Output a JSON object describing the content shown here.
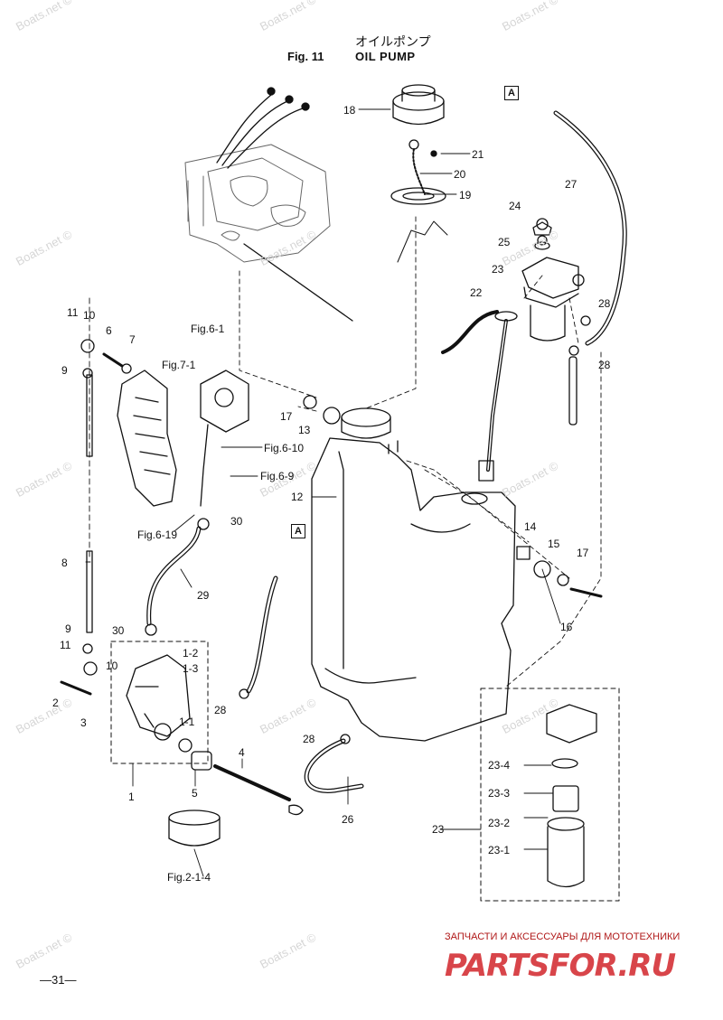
{
  "title": {
    "japanese": "オイルポンプ",
    "figure": "Fig. 11",
    "name": "OIL PUMP"
  },
  "page_number": "—31—",
  "promo": {
    "line": "ЗАПЧАСТИ И АКСЕССУАРЫ ДЛЯ МОТОТЕХНИКИ",
    "logo": "PARTSFOR.RU"
  },
  "watermark": "Boats.net ©",
  "callouts": {
    "p1": "1",
    "p1_1": "1-1",
    "p1_2": "1-2",
    "p1_3": "1-3",
    "p2": "2",
    "p3": "3",
    "p4": "4",
    "p5": "5",
    "p6": "6",
    "p7": "7",
    "p8": "8",
    "p9a": "9",
    "p9b": "9",
    "p10a": "10",
    "p10b": "10",
    "p11a": "11",
    "p11b": "11",
    "p12": "12",
    "p13": "13",
    "p14": "14",
    "p15": "15",
    "p16": "16",
    "p17a": "17",
    "p17b": "17",
    "p18": "18",
    "p19": "19",
    "p20": "20",
    "p21": "21",
    "p22": "22",
    "p23a": "23",
    "p23b": "23",
    "p23_1": "23-1",
    "p23_2": "23-2",
    "p23_3": "23-3",
    "p23_4": "23-4",
    "p24": "24",
    "p25": "25",
    "p26": "26",
    "p27": "27",
    "p28a": "28",
    "p28b": "28",
    "p28c": "28",
    "p28d": "28",
    "p29": "29",
    "p30a": "30",
    "p30b": "30"
  },
  "figure_refs": {
    "fig6_1": "Fig.6-1",
    "fig7_1": "Fig.7-1",
    "fig6_10": "Fig.6-10",
    "fig6_9": "Fig.6-9",
    "fig6_19": "Fig.6-19",
    "fig2_1_4": "Fig.2-1-4"
  },
  "connection_markers": {
    "a1": "A",
    "a2": "A"
  }
}
